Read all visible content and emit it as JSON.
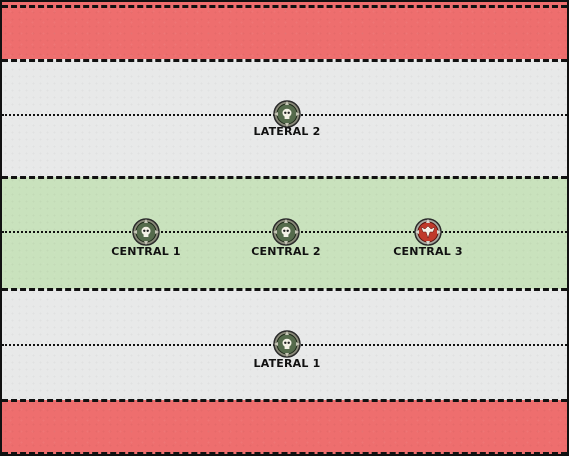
{
  "board": {
    "zones": [
      "deployment-top",
      "no-mans-land-top",
      "center-zone",
      "no-mans-land-bottom",
      "deployment-bottom"
    ],
    "colors": {
      "deployment": "#ee6e6e",
      "neutral": "#e8e9e9",
      "center": "#c9e2bd",
      "objective_neutral": "#556b4c",
      "objective_captured": "#c0392b"
    }
  },
  "objectives": [
    {
      "id": "lateral-2",
      "label": "LATERAL 2",
      "state": "neutral",
      "icon": "skull-icon"
    },
    {
      "id": "central-1",
      "label": "CENTRAL 1",
      "state": "neutral",
      "icon": "skull-icon"
    },
    {
      "id": "central-2",
      "label": "CENTRAL 2",
      "state": "neutral",
      "icon": "skull-icon"
    },
    {
      "id": "central-3",
      "label": "CENTRAL 3",
      "state": "captured",
      "icon": "aquila-icon"
    },
    {
      "id": "lateral-1",
      "label": "LATERAL 1",
      "state": "neutral",
      "icon": "skull-icon"
    }
  ]
}
